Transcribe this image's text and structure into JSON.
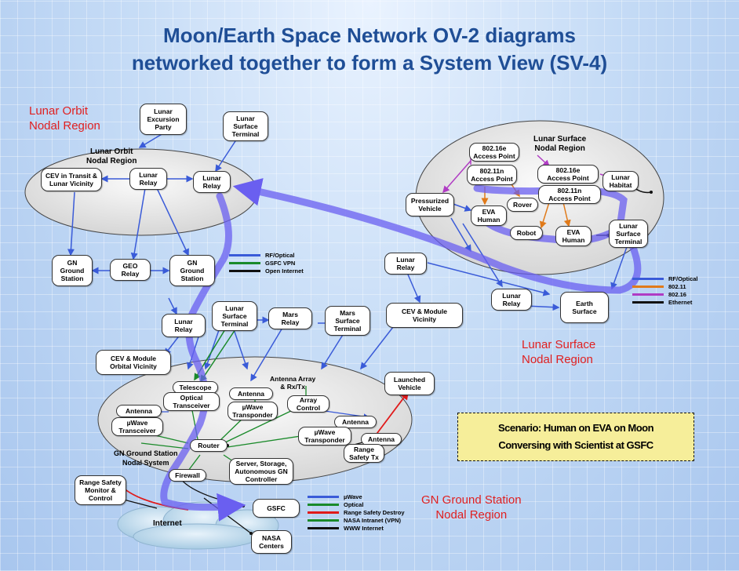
{
  "title": {
    "line1": "Moon/Earth Space Network OV-2 diagrams",
    "line2": "networked together to form a System View (SV-4)"
  },
  "region_labels": {
    "lunar_orbit": "Lunar Orbit\nNodal Region",
    "lunar_surface": "Lunar Surface\nNodal Region",
    "gn_ground": "GN Ground Station\nNodal Region"
  },
  "regions": {
    "lunar_orbit": "Lunar Orbit\nNodal Region",
    "lunar_surface": "Lunar Surface\nNodal Region",
    "gn_ground": "GN Ground Station\nNodal System",
    "internet": "Internet"
  },
  "nodes": {
    "lunar_excursion_party": "Lunar\nExcursion\nParty",
    "lunar_surface_terminal_top": "Lunar\nSurface\nTerminal",
    "cev_transit": "CEV in Transit &\nLunar Vicinity",
    "lunar_relay_orbit": "Lunar\nRelay",
    "lunar_relay_orbit2": "Lunar\nRelay",
    "gn_ground_station": "GN\nGround\nStation",
    "geo_relay": "GEO\nRelay",
    "gn_ground_station2": "GN\nGround\nStation",
    "ap_16e_1": "802.16e\nAccess Point",
    "ap_11n_1": "802.11n\nAccess Point",
    "ap_16e_2": "802.16e\nAccess Point",
    "ap_11n_2": "802.11n\nAccess Point",
    "lunar_habitat": "Lunar\nHabitat",
    "pressurized_vehicle": "Pressurized\nVehicle",
    "eva_human_1": "EVA\nHuman",
    "rover": "Rover",
    "robot": "Robot",
    "eva_human_2": "EVA\nHuman",
    "lunar_surface_terminal_ls": "Lunar\nSurface\nTerminal",
    "lunar_relay_mid": "Lunar\nRelay",
    "lunar_relay_right": "Lunar\nRelay",
    "cev_module_vicinity": "CEV & Module\nVicinity",
    "earth_surface": "Earth\nSurface",
    "lunar_relay_left": "Lunar\nRelay",
    "lunar_surface_terminal_mid": "Lunar\nSurface\nTerminal",
    "mars_relay": "Mars\nRelay",
    "mars_surface_terminal": "Mars\nSurface\nTerminal",
    "cev_module_orbital": "CEV & Module\nOrbital Vicinity",
    "launched_vehicle": "Launched\nVehicle",
    "range_safety_monitor": "Range Safety\nMonitor &\nControl",
    "gsfc": "GSFC",
    "nasa_centers": "NASA\nCenters"
  },
  "gn_labels": {
    "telescope": "Telescope",
    "antenna_array": "Antenna Array\n& Rx/Tx",
    "optical_transceiver": "Optical\nTransceiver",
    "antenna_a": "Antenna",
    "uwave_transponder_a": "µWave\nTransponder",
    "array_control": "Array\nControl",
    "antenna_b": "Antenna",
    "uwave_transceiver": "µWave\nTransceiver",
    "antenna_c": "Antenna",
    "uwave_transponder_b": "µWave\nTransponder",
    "antenna_d": "Antenna",
    "router": "Router",
    "range_safety_tx": "Range\nSafety Tx",
    "server": "Server, Storage,\nAutonomous GN\nController",
    "firewall": "Firewall"
  },
  "legends": {
    "orbit": [
      {
        "label": "RF/Optical",
        "color": "#3a5bd8"
      },
      {
        "label": "GSFC VPN",
        "color": "#1a8a2a"
      },
      {
        "label": "Open Internet",
        "color": "#111111"
      }
    ],
    "surface": [
      {
        "label": "RF/Optical",
        "color": "#3a5bd8"
      },
      {
        "label": "802.11",
        "color": "#e07a1a"
      },
      {
        "label": "802.16",
        "color": "#b03cc4"
      },
      {
        "label": "Ethernet",
        "color": "#111111"
      }
    ],
    "ground": [
      {
        "label": "µWave",
        "color": "#3a5bd8"
      },
      {
        "label": "Optical",
        "color": "#1a8a2a"
      },
      {
        "label": "Range Safety Destroy",
        "color": "#e01a1a"
      },
      {
        "label": "NASA Intranet (VPN)",
        "color": "#1a8a2a"
      },
      {
        "label": "WWW Internet",
        "color": "#111111"
      }
    ]
  },
  "scenario": {
    "line1": "Scenario: Human on EVA on Moon",
    "line2": "Conversing with Scientist at GSFC"
  },
  "colors": {
    "title": "#1f4e96",
    "region_label": "#e02020",
    "rf": "#3a5bd8",
    "optical": "#1a8a2a",
    "wifi": "#e07a1a",
    "wimax": "#b03cc4",
    "destroy": "#e01a1a",
    "wire": "#111111",
    "scenario_bg": "#f6ee9a",
    "path": "#7a6ef0"
  }
}
